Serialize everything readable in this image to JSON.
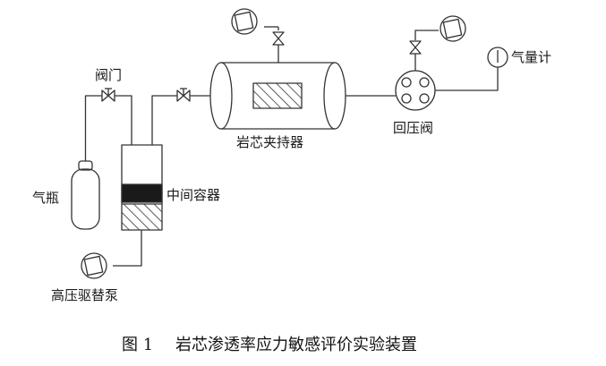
{
  "labels": {
    "valve": "阀门",
    "gas_cylinder": "气瓶",
    "intermediate_container": "中间容器",
    "pump": "高压驱替泵",
    "core_holder": "岩芯夹持器",
    "back_pressure_valve": "回压阀",
    "gas_meter": "气量计"
  },
  "caption": {
    "number": "图 1",
    "title": "岩芯渗透率应力敏感评价实验装置"
  },
  "colors": {
    "line": "#333333",
    "fill_dark": "#1a1a1a",
    "background": "#ffffff"
  },
  "icons": [
    "gauge-icon",
    "needle-valve-icon",
    "hatch-pattern"
  ]
}
